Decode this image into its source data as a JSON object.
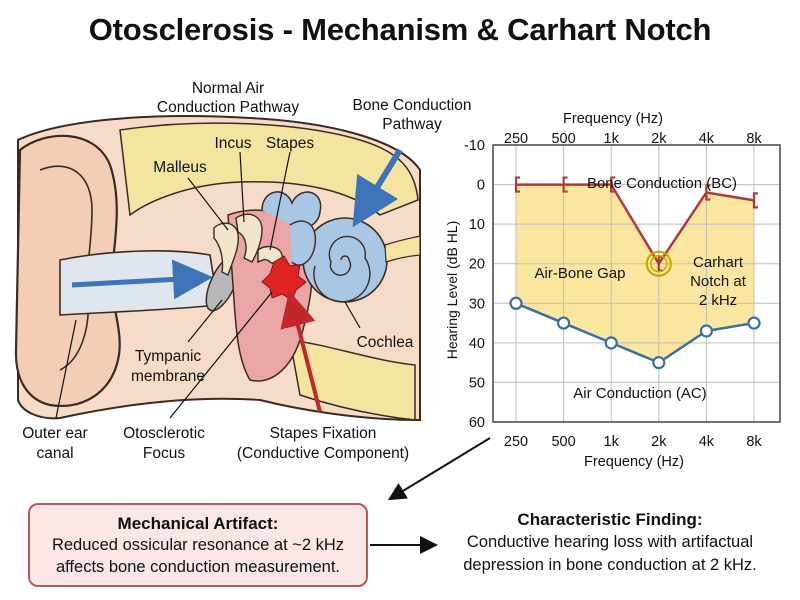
{
  "title": "Otosclerosis - Mechanism & Carhart Notch",
  "ear": {
    "labels": {
      "normal_air_1": "Normal Air",
      "normal_air_2": "Conduction Pathway",
      "bone_path_1": "Bone Conduction",
      "bone_path_2": "Pathway",
      "incus": "Incus",
      "stapes": "Stapes",
      "malleus": "Malleus",
      "cochlea": "Cochlea",
      "tympanic_1": "Tympanic",
      "tympanic_2": "membrane",
      "outer_ear_1": "Outer ear",
      "outer_ear_2": "canal",
      "otosclerotic_1": "Otosclerotic",
      "otosclerotic_2": "Focus",
      "stapes_fix_1": "Stapes Fixation",
      "stapes_fix_2": "(Conductive Component)"
    },
    "colors": {
      "skin": "#f6dcc8",
      "skin_outline": "#3a2a22",
      "bone": "#f5e4a0",
      "canal": "#dfe6ee",
      "air_arrow": "#3d74b8",
      "cochlea": "#a9c6e4",
      "middle_ear": "#eaa6a6",
      "focus": "#e02424"
    }
  },
  "chart_data": {
    "type": "line",
    "title": "",
    "top_xlabel": "Frequency (Hz)",
    "xlabel": "Frequency (Hz)",
    "ylabel": "Hearing Level (dB HL)",
    "categories": [
      "250",
      "500",
      "1k",
      "2k",
      "4k",
      "8k"
    ],
    "yticks": [
      "-10",
      "0",
      "10",
      "20",
      "30",
      "40",
      "50",
      "60"
    ],
    "ylim": [
      -10,
      60
    ],
    "y_inverted": true,
    "grid": true,
    "series": [
      {
        "name": "Bone Conduction (BC)",
        "values": [
          0,
          0,
          0,
          20,
          2,
          4
        ],
        "color": "#b03a3a",
        "marker": "bracket"
      },
      {
        "name": "Air Conduction (AC)",
        "values": [
          30,
          35,
          40,
          45,
          37,
          35
        ],
        "color": "#3c6ea5",
        "marker": "circle"
      }
    ],
    "annotations": {
      "gap_label": "Air-Bone Gap",
      "notch_1": "Carhart",
      "notch_2": "Notch at",
      "notch_3": "2 kHz"
    },
    "gap_fill_color": "#fbe6a0"
  },
  "boxes": {
    "left_heading": "Mechanical Artifact:",
    "left_line1": "Reduced ossicular resonance at ~2 kHz",
    "left_line2": "affects bone conduction measurement.",
    "right_heading": "Characteristic Finding:",
    "right_line1": "Conductive hearing loss with artifactual",
    "right_line2": "depression in bone conduction at 2 kHz."
  }
}
